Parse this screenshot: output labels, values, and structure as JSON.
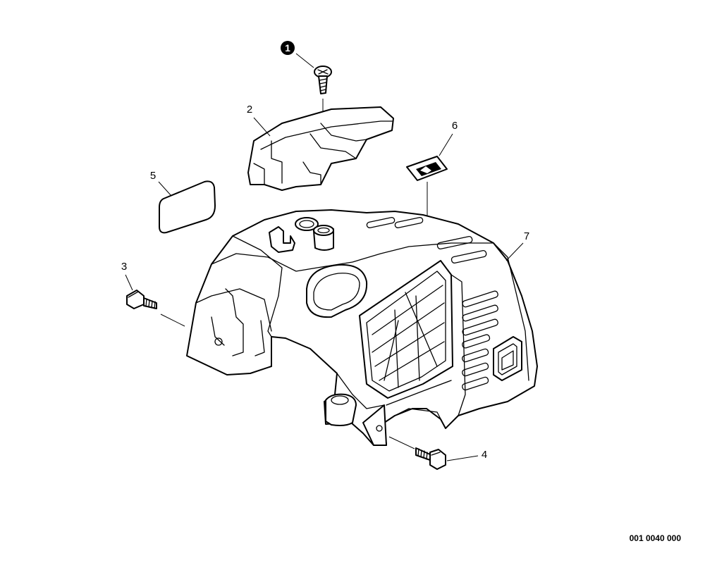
{
  "diagram": {
    "drawing_code": "001 0040 000",
    "parts": [
      {
        "label": "1",
        "part": "screw",
        "style": "circled"
      },
      {
        "label": "2",
        "part": "top-cover"
      },
      {
        "label": "3",
        "part": "screw"
      },
      {
        "label": "4",
        "part": "screw"
      },
      {
        "label": "5",
        "part": "filter-pad"
      },
      {
        "label": "6",
        "part": "decal"
      },
      {
        "label": "7",
        "part": "engine-shroud"
      }
    ]
  }
}
